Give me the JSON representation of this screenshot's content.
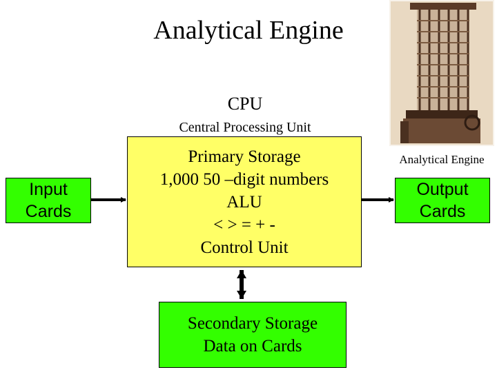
{
  "title": "Analytical Engine",
  "cpu": {
    "label": "CPU",
    "sublabel": "Central Processing Unit",
    "lines": [
      "Primary Storage",
      "1,000  50 –digit numbers",
      "ALU",
      "< > = + -",
      "Control Unit"
    ]
  },
  "input": {
    "lines": [
      "Input",
      "Cards"
    ]
  },
  "output": {
    "lines": [
      "Output",
      "Cards"
    ]
  },
  "secondary": {
    "lines": [
      "Secondary Storage",
      "Data on Cards"
    ]
  },
  "photo": {
    "caption": "Analytical Engine"
  },
  "colors": {
    "cpu_fill": "#ffff66",
    "io_fill": "#33ff00",
    "arrow": "#000000"
  }
}
